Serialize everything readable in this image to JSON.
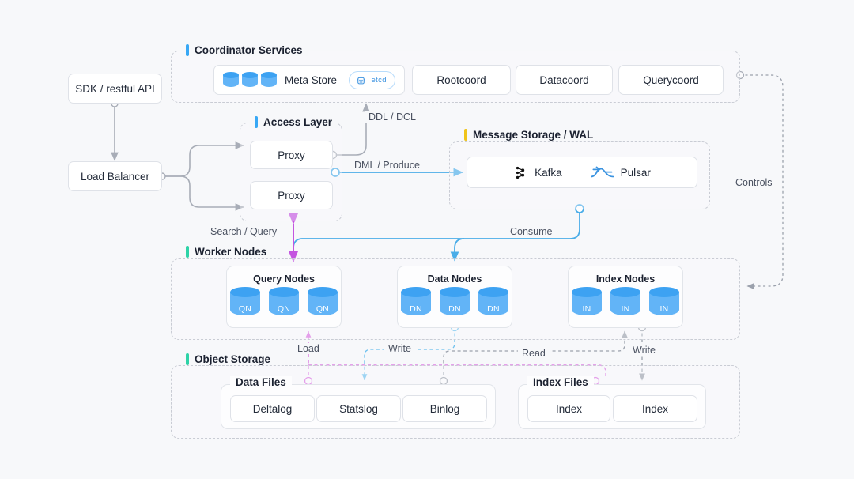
{
  "groups": {
    "coordinator": {
      "title": "Coordinator Services",
      "color": "#38a8f5"
    },
    "access": {
      "title": "Access Layer",
      "color": "#38a8f5"
    },
    "message": {
      "title": "Message Storage / WAL",
      "color": "#f0c419"
    },
    "worker": {
      "title": "Worker Nodes",
      "color": "#2ed3a7"
    },
    "object": {
      "title": "Object Storage",
      "color": "#2ed3a7"
    }
  },
  "coordinator": {
    "meta_store_label": "Meta Store",
    "etcd_label": "etcd",
    "services": [
      {
        "label": "Rootcoord"
      },
      {
        "label": "Datacoord"
      },
      {
        "label": "Querycoord"
      }
    ]
  },
  "entry": {
    "sdk": "SDK / restful API",
    "load_balancer": "Load Balancer"
  },
  "access": {
    "proxies": [
      {
        "label": "Proxy"
      },
      {
        "label": "Proxy"
      }
    ]
  },
  "message": {
    "brokers": [
      {
        "label": "Kafka",
        "icon": "kafka-icon"
      },
      {
        "label": "Pulsar",
        "icon": "pulsar-icon"
      }
    ]
  },
  "worker": {
    "panels": [
      {
        "title": "Query Nodes",
        "nodes": [
          "QN",
          "QN",
          "QN"
        ]
      },
      {
        "title": "Data Nodes",
        "nodes": [
          "DN",
          "DN",
          "DN"
        ]
      },
      {
        "title": "Index Nodes",
        "nodes": [
          "IN",
          "IN",
          "IN"
        ]
      }
    ]
  },
  "object": {
    "panels": [
      {
        "title": "Data Files",
        "files": [
          "Deltalog",
          "Statslog",
          "Binlog"
        ]
      },
      {
        "title": "Index Files",
        "files": [
          "Index",
          "Index"
        ]
      }
    ]
  },
  "edges": {
    "ddl_dcl": "DDL / DCL",
    "dml_produce": "DML / Produce",
    "search_query": "Search / Query",
    "consume": "Consume",
    "controls": "Controls",
    "load": "Load",
    "write_left": "Write",
    "read": "Read",
    "write_right": "Write"
  },
  "colors": {
    "blue_arrow": "#4aade8",
    "magenta_arrow": "#c455e0",
    "gray_arrow": "#a8adb7",
    "dashed_gray": "#9ba1ac",
    "dashed_magenta": "#d96fe0",
    "dashed_blue": "#6cc0ee"
  }
}
